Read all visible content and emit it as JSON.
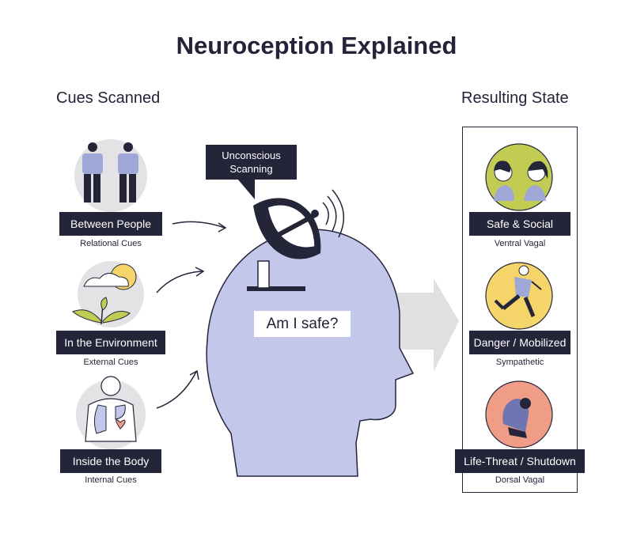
{
  "title": "Neuroception Explained",
  "left_heading": "Cues Scanned",
  "right_heading": "Resulting State",
  "scanner_label": "Unconscious\nScanning",
  "question": "Am I safe?",
  "cues": [
    {
      "label": "Between People",
      "sub": "Relational Cues",
      "icon": "people-icon"
    },
    {
      "label": "In the Environment",
      "sub": "External Cues",
      "icon": "plant-sun-icon"
    },
    {
      "label": "Inside the Body",
      "sub": "Internal Cues",
      "icon": "body-organs-icon"
    }
  ],
  "states": [
    {
      "label": "Safe & Social",
      "sub": "Ventral Vagal",
      "color": "#c2cc52",
      "icon": "two-faces-icon"
    },
    {
      "label": "Danger / Mobilized",
      "sub": "Sympathetic",
      "color": "#f5d46a",
      "icon": "running-person-icon"
    },
    {
      "label": "Life-Threat / Shutdown",
      "sub": "Dorsal Vagal",
      "color": "#ef9d86",
      "icon": "curled-person-icon"
    }
  ],
  "colors": {
    "dark": "#25253a",
    "head": "#c3c7ea",
    "grey_circle": "#e3e3e6",
    "arrow": "#e0e0e0"
  }
}
